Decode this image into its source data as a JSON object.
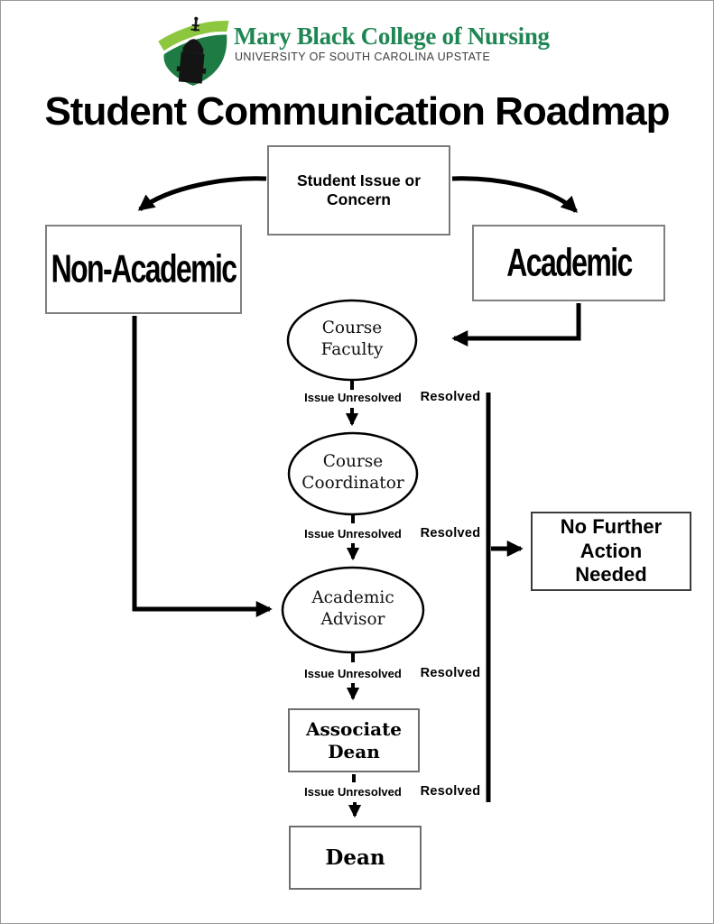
{
  "header": {
    "logo_icon": "usc-upstate-shield-tower",
    "college_name": "Mary Black College of Nursing",
    "university_name": "UNIVERSITY OF SOUTH CAROLINA UPSTATE",
    "colors": {
      "brand_green": "#1F8653",
      "logo_light_green": "#8DC63F",
      "logo_dark_green": "#1E7B44",
      "subtitle_gray": "#3d3d3d"
    }
  },
  "title": "Student Communication Roadmap",
  "flowchart": {
    "nodes": {
      "student_issue": "Student Issue or Concern",
      "non_academic": "Non-Academic",
      "academic": "Academic",
      "course_faculty": "Course Faculty",
      "course_coordinator": "Course Coordinator",
      "academic_advisor": "Academic Advisor",
      "associate_dean": "Associate Dean",
      "dean": "Dean",
      "no_further_action": "No Further Action Needed"
    },
    "edge_labels": {
      "issue_unresolved": "Issue Unresolved",
      "resolved": "Resolved"
    },
    "line_color": "#000000"
  }
}
